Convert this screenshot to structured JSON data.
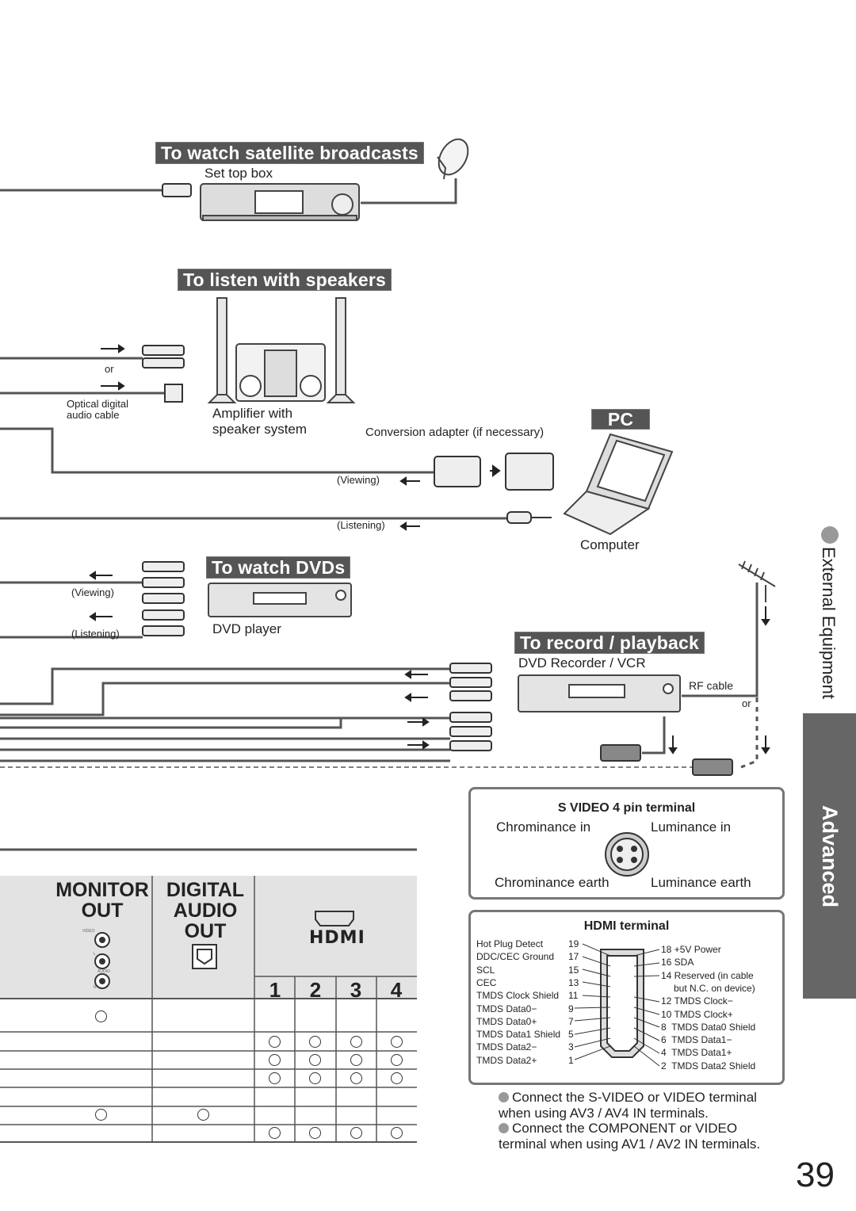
{
  "banners": {
    "satellite": "To watch satellite broadcasts",
    "speakers": "To listen with speakers",
    "pc": "PC",
    "dvds": "To watch DVDs",
    "record": "To record / playback"
  },
  "labels": {
    "set_top_box": "Set top box",
    "or1": "or",
    "optical_cable": "Optical digital\naudio cable",
    "amplifier": "Amplifier with\nspeaker system",
    "conversion_adapter": "Conversion adapter (if necessary)",
    "viewing_pc": "(Viewing)",
    "listening_pc": "(Listening)",
    "computer": "Computer",
    "viewing_dvd": "(Viewing)",
    "listening_dvd": "(Listening)",
    "dvd_player": "DVD player",
    "dvd_recorder": "DVD Recorder / VCR",
    "rf_cable": "RF cable",
    "or2": "or"
  },
  "svideo_box": {
    "title": "S VIDEO 4 pin terminal",
    "chroma_in": "Chrominance in",
    "lum_in": "Luminance in",
    "chroma_earth": "Chrominance earth",
    "lum_earth": "Luminance earth"
  },
  "hdmi_box": {
    "title": "HDMI terminal",
    "left_pins": [
      {
        "name": "Hot Plug Detect",
        "pin": "19"
      },
      {
        "name": "DDC/CEC Ground",
        "pin": "17"
      },
      {
        "name": "SCL",
        "pin": "15"
      },
      {
        "name": "CEC",
        "pin": "13"
      },
      {
        "name": "TMDS Clock Shield",
        "pin": "11"
      },
      {
        "name": "TMDS Data0−",
        "pin": "9"
      },
      {
        "name": "TMDS Data0+",
        "pin": "7"
      },
      {
        "name": "TMDS Data1 Shield",
        "pin": "5"
      },
      {
        "name": "TMDS Data2−",
        "pin": "3"
      },
      {
        "name": "TMDS Data2+",
        "pin": "1"
      }
    ],
    "right_pins": [
      "18 +5V Power",
      "16 SDA",
      "14 Reserved (in cable",
      "but N.C. on device)",
      "12 TMDS Clock−",
      "10 TMDS Clock+",
      "8  TMDS Data0 Shield",
      "6  TMDS Data1−",
      "4  TMDS Data1+",
      "2  TMDS Data2 Shield"
    ]
  },
  "table": {
    "monitor_out": "MONITOR\nOUT",
    "digital_audio_out": "DIGITAL\nAUDIO\nOUT",
    "hdmi_logo": "HDMI",
    "hdmi_ports": [
      "1",
      "2",
      "3",
      "4"
    ],
    "jack_labels": [
      "VIDEO",
      "L",
      "AUDIO",
      "R"
    ]
  },
  "notes": [
    "Connect the S-VIDEO or VIDEO terminal when using AV3 / AV4 IN terminals.",
    "Connect the COMPONENT or VIDEO terminal when using AV1 / AV2 IN terminals."
  ],
  "side": {
    "section": "External Equipment",
    "tab": "Advanced"
  },
  "page_number": "39"
}
